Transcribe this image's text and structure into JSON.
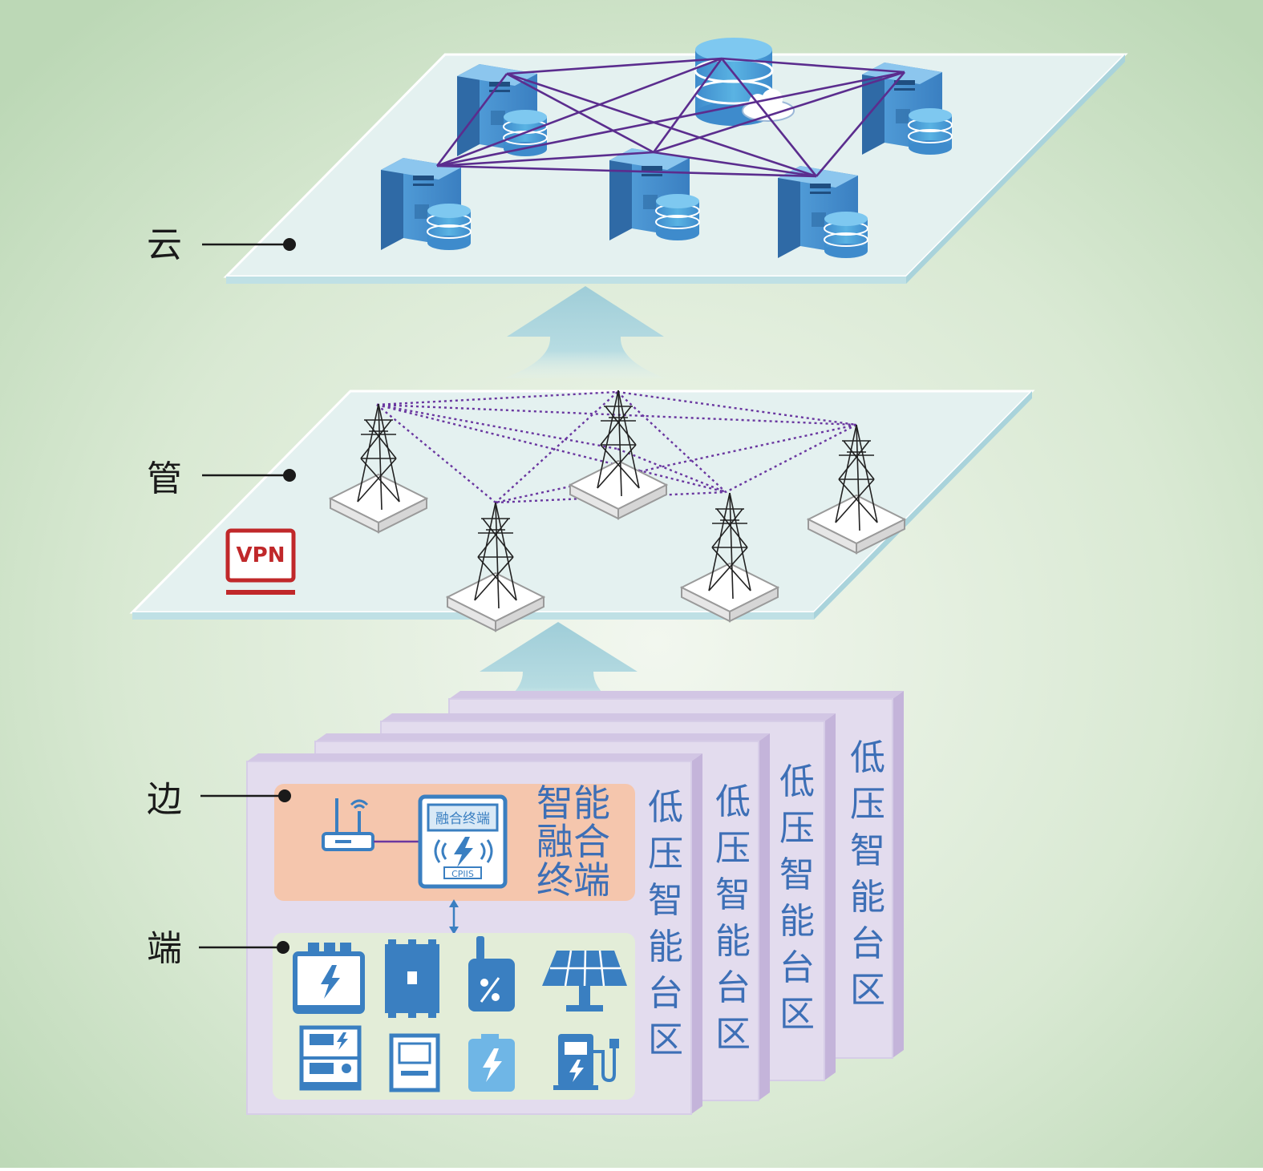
{
  "layers": {
    "cloud": "云",
    "pipe": "管",
    "edge": "边",
    "end": "端"
  },
  "vpn_label": "VPN",
  "fusion_terminal": {
    "lines": [
      "智能",
      "融合",
      "终端"
    ],
    "device_top": "融合终端",
    "device_bottom": "CPIIS"
  },
  "zone_label": [
    "低",
    "压",
    "智",
    "能",
    "台",
    "区"
  ],
  "colors": {
    "background": "#c9dfc4",
    "platform": "#e4f1f0",
    "server": "#3f85c4",
    "network_line": "#5b2d8e",
    "zone_card": "#e3dcee",
    "edge_panel": "#f5c6ad",
    "end_panel": "#e3edd8",
    "icon_blue": "#3a7fc1",
    "vpn_red": "#c0282a"
  },
  "icons": [
    "server-icon",
    "database-icon",
    "cloud-icon",
    "tower-icon",
    "router-icon",
    "fusion-terminal-icon",
    "meter-icon",
    "breaker-icon",
    "sensor-icon",
    "solar-panel-icon",
    "cabinet-icon",
    "display-icon",
    "battery-icon",
    "charging-pile-icon"
  ]
}
